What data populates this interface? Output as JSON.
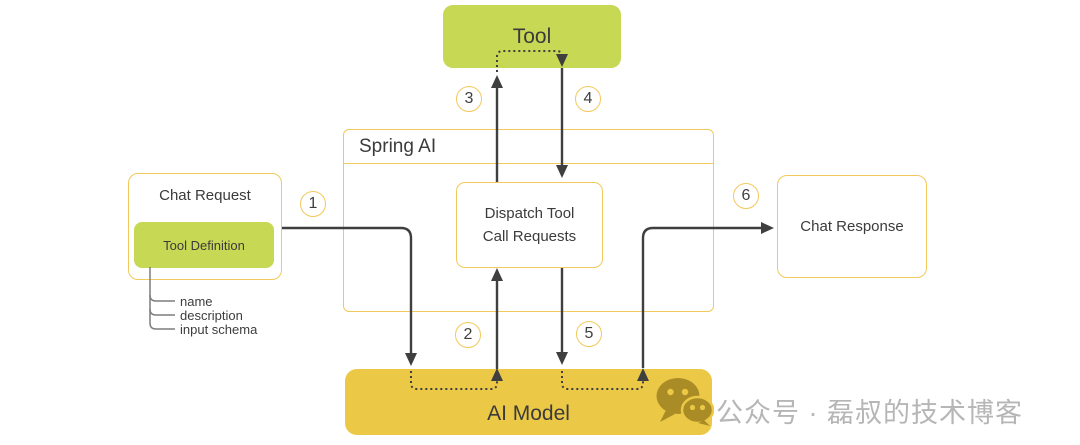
{
  "diagram": {
    "tool_box": {
      "label": "Tool"
    },
    "spring_container": {
      "title": "Spring AI"
    },
    "dispatch_box": {
      "line1": "Dispatch Tool",
      "line2": "Call Requests"
    },
    "chat_request_box": {
      "title": "Chat Request",
      "tool_definition_label": "Tool Definition",
      "attributes": [
        "name",
        "description",
        "input schema"
      ]
    },
    "chat_response_box": {
      "label": "Chat Response"
    },
    "ai_model_box": {
      "label": "AI Model"
    },
    "steps": [
      "1",
      "2",
      "3",
      "4",
      "5",
      "6"
    ]
  },
  "watermark": {
    "text": "公众号 · 磊叔的技术博客",
    "icon": "wechat-logo-icon"
  },
  "colors": {
    "box_green": "#c6d854",
    "box_gold": "#ecc847",
    "border_yellow": "#f2c95c",
    "arrow_dark": "#3f3f3f",
    "text_dark": "#3b3b3b",
    "branch_gray": "#7d7d7d",
    "watermark_gray": "#b6b6b6",
    "wechat_gold": "#aa8c26"
  }
}
